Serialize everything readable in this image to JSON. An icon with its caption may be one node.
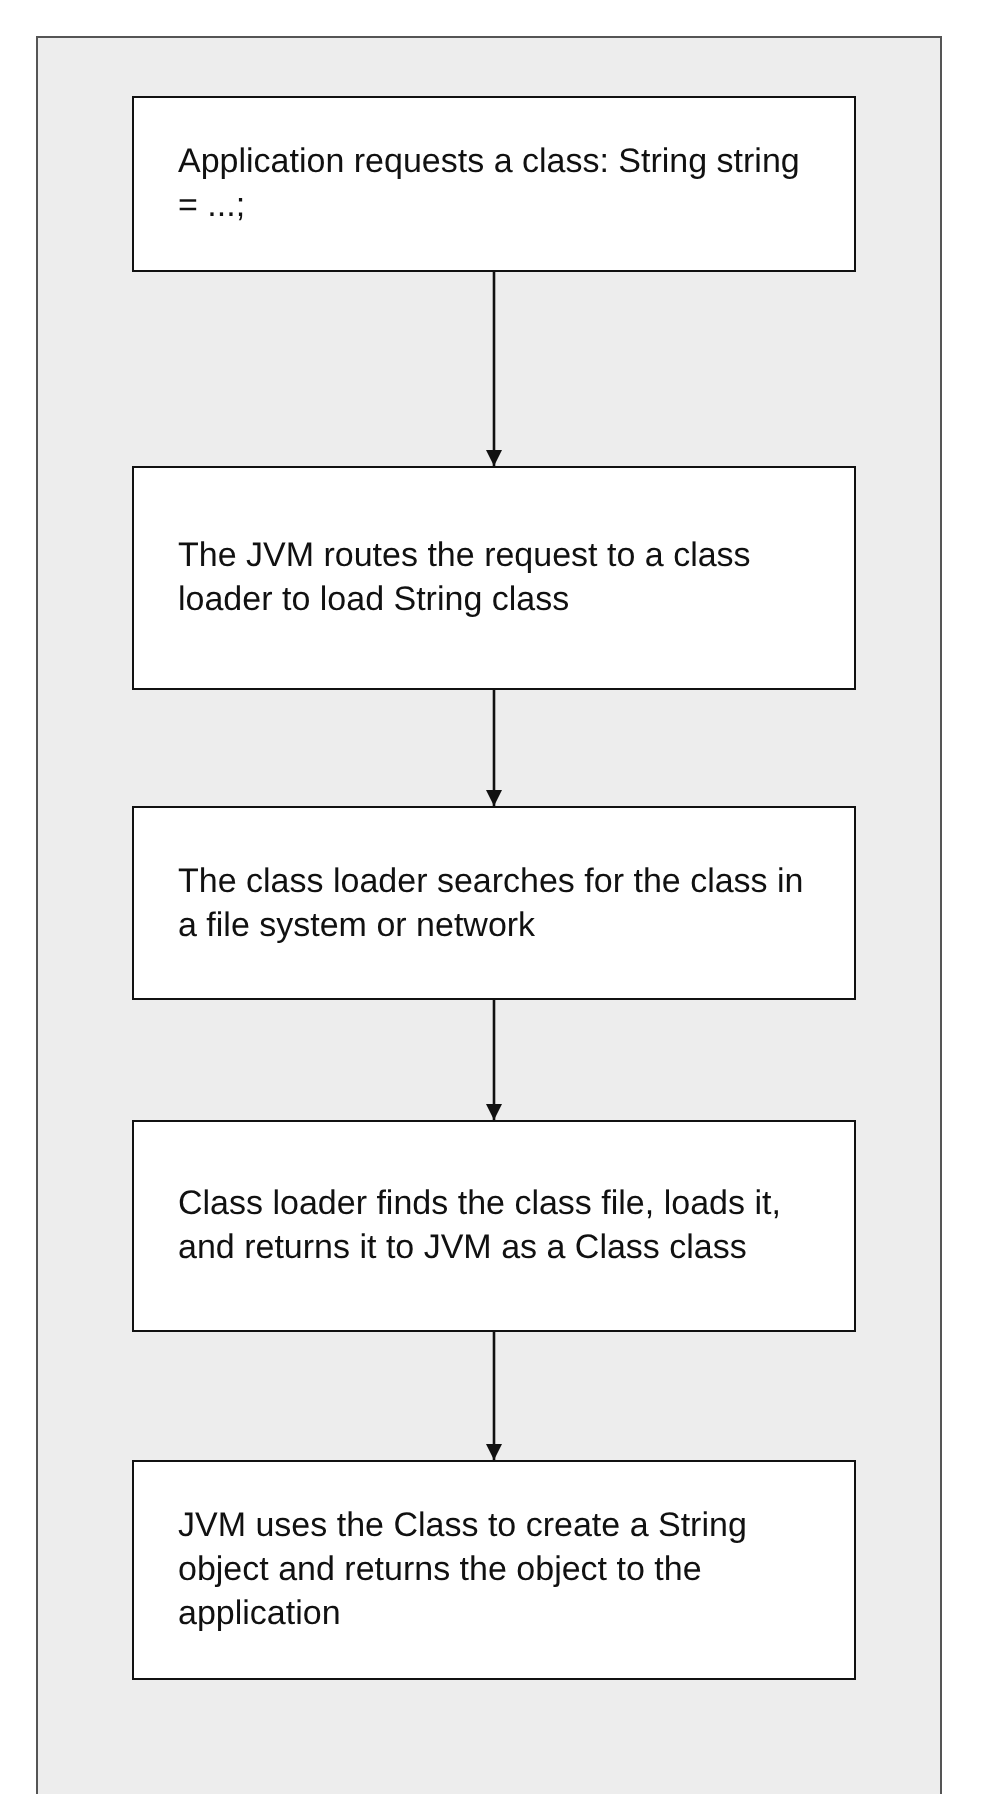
{
  "diagram": {
    "nodes": [
      {
        "text": [
          "Application requests a class: String string = ...;"
        ]
      },
      {
        "text": [
          "The JVM routes the request to a class loader to load String class"
        ]
      },
      {
        "text": [
          "The class loader searches for the class in a file system or network"
        ]
      },
      {
        "text": [
          "Class loader finds the class file, loads it, and returns it to JVM as a Class class"
        ]
      },
      {
        "text": [
          "JVM uses the Class to create a String object and returns the object to the application"
        ]
      }
    ],
    "edges": [
      {
        "from": 0,
        "to": 1,
        "arrow": "to"
      },
      {
        "from": 1,
        "to": 2,
        "arrow": "to"
      },
      {
        "from": 2,
        "to": 3,
        "arrow": "to"
      },
      {
        "from": 3,
        "to": 4,
        "arrow": "to"
      }
    ]
  }
}
